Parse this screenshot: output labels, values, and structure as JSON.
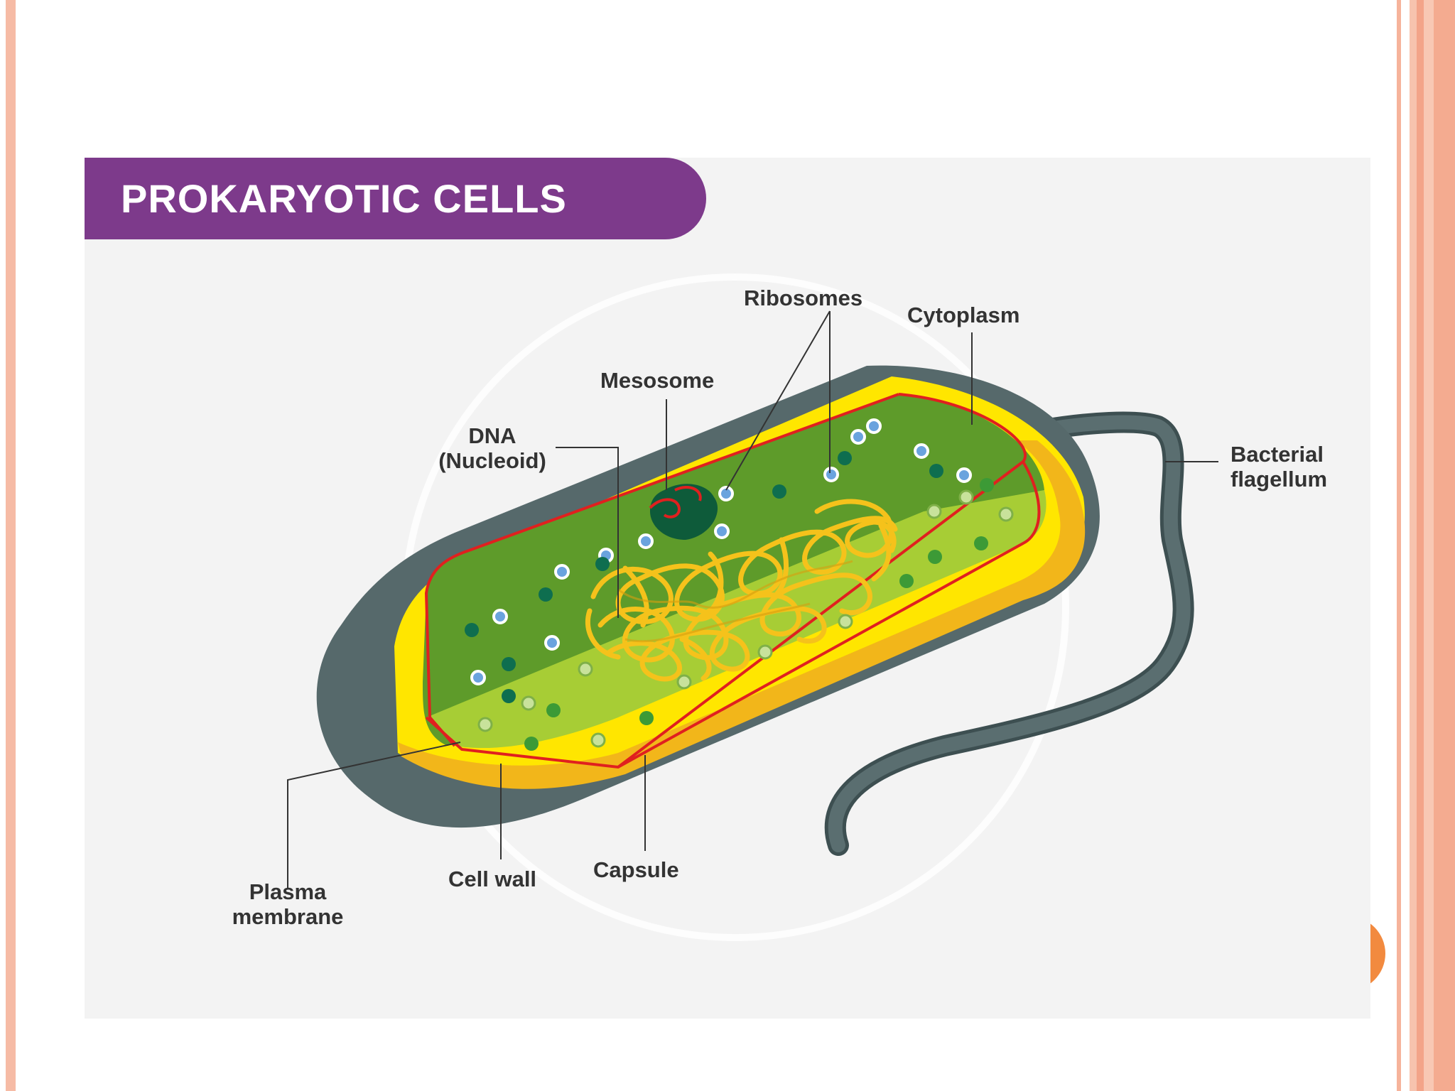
{
  "title": "PROKARYOTIC CELLS",
  "labels": {
    "ribosomes": "Ribosomes",
    "cytoplasm": "Cytoplasm",
    "mesosome": "Mesosome",
    "dna_line1": "DNA",
    "dna_line2": "(Nucleoid)",
    "flagellum_line1": "Bacterial",
    "flagellum_line2": "flagellum",
    "plasma_line1": "Plasma",
    "plasma_line2": "membrane",
    "cell_wall": "Cell wall",
    "capsule": "Capsule"
  },
  "colors": {
    "banner": "#7d3a8b",
    "capsule": "#56696b",
    "cell_wall": "#ffe600",
    "plasma_membrane": "#e0201f",
    "cytoplasm_dark": "#5e9b2a",
    "cytoplasm_light": "#a7cd35",
    "nucleoid": "#f5c21b",
    "frame_left": "#f6bba5",
    "accent_orange": "#f28a3f"
  }
}
